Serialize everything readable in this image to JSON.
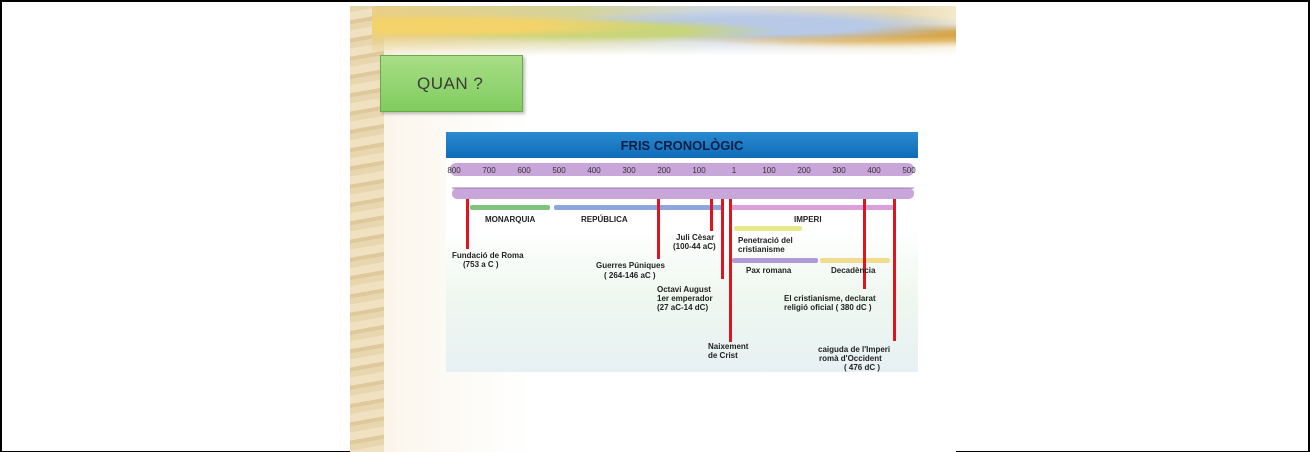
{
  "slide_title": "QUAN ?",
  "frieze": {
    "title": "FRIS CRONOLÒGIC",
    "years": [
      "800",
      "700",
      "600",
      "500",
      "400",
      "300",
      "200",
      "100",
      "1",
      "100",
      "200",
      "300",
      "400",
      "500"
    ],
    "periods": {
      "monarchy": "MONARQUIA",
      "republic": "REPÚBLICA",
      "empire": "IMPERI",
      "christianity_1": "Penetració del",
      "christianity_2": "cristianisme",
      "pax": "Pax romana",
      "decline": "Decadència"
    },
    "events": {
      "rome_1": "Fundació de Roma",
      "rome_2": "(753 a C )",
      "punic_1": "Guerres Púniques",
      "punic_2": "( 264-146 aC )",
      "caesar_1": "Juli Cèsar",
      "caesar_2": "(100-44 aC)",
      "augustus_1": "Octavi August",
      "augustus_2": "1er emperador",
      "augustus_3": "(27 aC-14 dC)",
      "christ_1": "Naixement",
      "christ_2": "de Crist",
      "official_1": "El cristianisme, declarat",
      "official_2": "religió oficial ( 380 dC )",
      "fall_1": "caiguda de l'Imperi",
      "fall_2": "romà d'Occident",
      "fall_3": "( 476 dC )"
    },
    "colors": {
      "event_line": "#e0141e",
      "scale_bar": "#c9a6d9",
      "monarchy": "#7fc47c",
      "republic": "#8ea6dc",
      "empire": "#d9a0dc",
      "christianity": "#e6e88a",
      "pax": "#b09ad6",
      "decline": "#f0dc8c"
    }
  }
}
